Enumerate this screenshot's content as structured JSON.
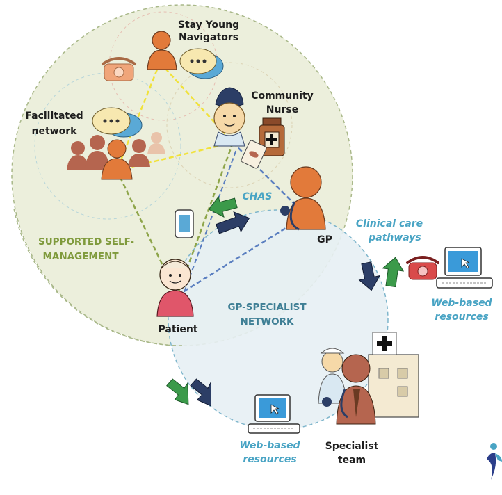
{
  "labels": {
    "stay_young_line1": "Stay Young",
    "stay_young_line2": "Navigators",
    "community_nurse_line1": "Community",
    "community_nurse_line2": "Nurse",
    "facilitated_line1": "Facilitated",
    "facilitated_line2": "network",
    "chas": "CHAS",
    "gp": "GP",
    "clinical_line1": "Clinical care",
    "clinical_line2": "pathways",
    "supported_line1": "SUPPORTED SELF-",
    "supported_line2": "MANAGEMENT",
    "patient": "Patient",
    "gp_specialist_line1": "GP-SPECIALIST",
    "gp_specialist_line2": "NETWORK",
    "web_right_line1": "Web-based",
    "web_right_line2": "resources",
    "specialist_line1": "Specialist",
    "specialist_line2": "team",
    "web_bottom_line1": "Web-based",
    "web_bottom_line2": "resources"
  },
  "colors": {
    "self_management_fill": "#ecefdc",
    "gp_network_fill": "#e7f0f4",
    "orange_person": "#e27a3a",
    "brown_person": "#b5654f",
    "nurse_skin": "#f6d9a8",
    "patient_shirt": "#e0566a",
    "yellow_dash": "#f1e23a",
    "green_dash": "#8ea54a",
    "blue_dash": "#5b7fc0",
    "green_arrow": "#3b9a4a",
    "navy_arrow": "#2c3e66",
    "phone_red": "#d94a4a",
    "monitor_blue": "#3a9ad9"
  }
}
